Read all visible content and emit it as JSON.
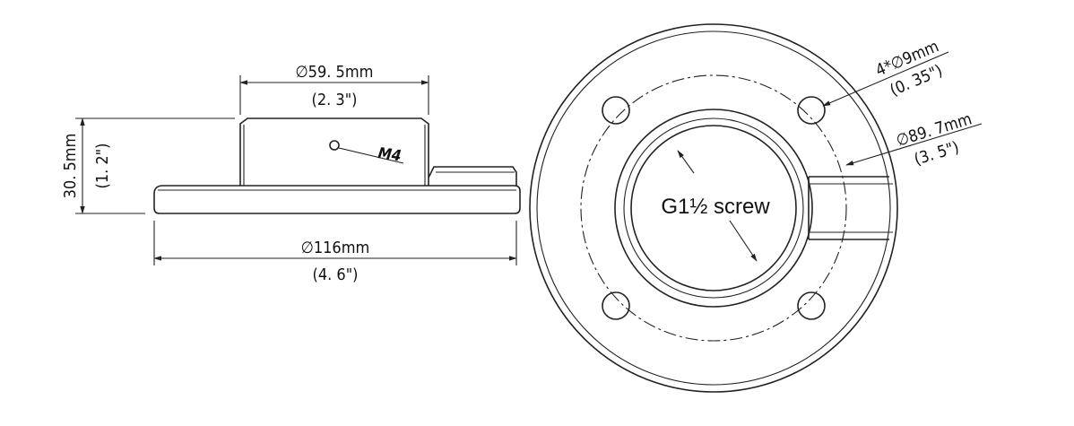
{
  "side_view": {
    "top_diameter": "∅59. 5mm",
    "top_diameter_in": "(2. 3\")",
    "height": "30. 5mm",
    "height_in": "(1. 2\")",
    "base_diameter": "∅116mm",
    "base_diameter_in": "(4. 6\")",
    "thread_hole": "M4"
  },
  "top_view": {
    "hole_spec": "4*∅9mm",
    "hole_spec_in": "(0. 35\")",
    "bolt_circle": "∅89. 7mm",
    "bolt_circle_in": "(3. 5\")",
    "center_thread": "G1½ screw"
  }
}
